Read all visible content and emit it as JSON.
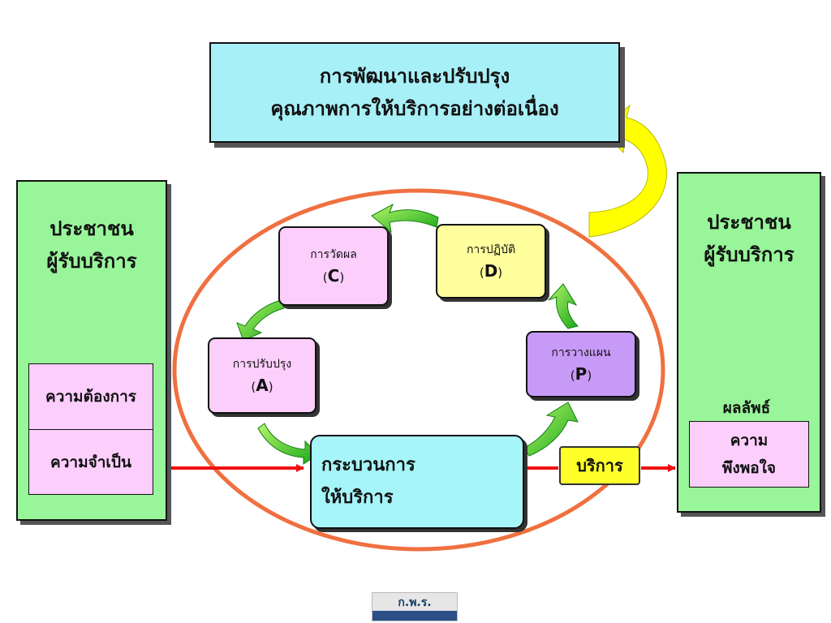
{
  "title": {
    "line1": "การพัฒนาและปรับปรุง",
    "line2": "คุณภาพการให้บริการอย่างต่อเนื่อง"
  },
  "left_panel": {
    "title_line1": "ประชาชน",
    "title_line2": "ผู้รับบริการ",
    "need1": "ความต้องการ",
    "need2": "ความจำเป็น"
  },
  "right_panel": {
    "title_line1": "ประชาชน",
    "title_line2": "ผู้รับบริการ",
    "result_label": "ผลลัพธ์",
    "result_line1": "ความ",
    "result_line2": "พึงพอใจ"
  },
  "cycle": {
    "plan": {
      "label": "การวางแผน",
      "code": "P"
    },
    "do": {
      "label": "การปฏิบัติ",
      "code": "D"
    },
    "check": {
      "label": "การวัดผล",
      "code": "C"
    },
    "act": {
      "label": "การปรับปรุง",
      "code": "A"
    }
  },
  "process": {
    "line1": "กระบวนการ",
    "line2": "ให้บริการ"
  },
  "service_tag": "บริการ",
  "logo": {
    "text": "ก.พ.ร."
  },
  "colors": {
    "title_bg": "#a8f0f8",
    "panel_green": "#99f59a",
    "pink": "#fccefc",
    "ellipse": "#f07040",
    "red_arrow": "#ee1111",
    "green_arrow": "#22c020",
    "yellow_arrow": "#ffff00",
    "plan_bg": "#c89af7",
    "do_bg": "#ffff9e"
  }
}
